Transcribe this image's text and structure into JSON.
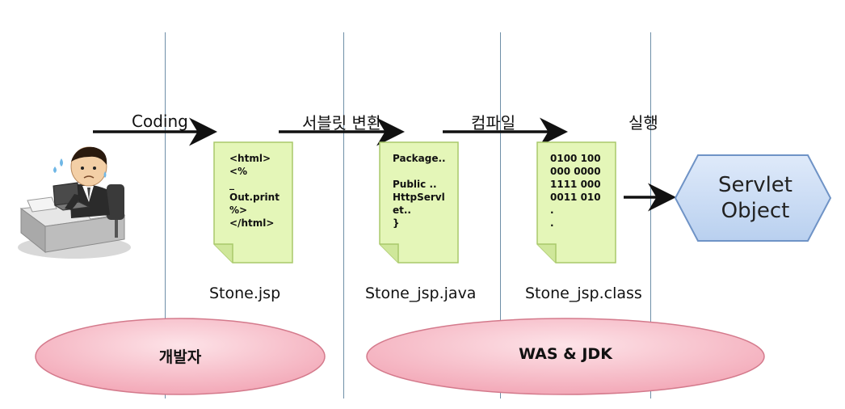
{
  "steps": {
    "coding": "Coding",
    "servlet_convert": "서블릿 변환",
    "compile": "컴파일",
    "execute": "실행"
  },
  "files": {
    "jsp": {
      "name": "Stone.jsp",
      "content": "<html>\n<%\n_\nOut.print\n%>\n</html>"
    },
    "java": {
      "name": "Stone_jsp.java",
      "content": "Package..\n\nPublic ..\nHttpServl\net..\n}"
    },
    "class": {
      "name": "Stone_jsp.class",
      "content": "0100 100\n000 0000\n1111 000\n0011 010\n.\n."
    }
  },
  "servlet_object": {
    "line1": "Servlet",
    "line2": "Object"
  },
  "groups": {
    "developer": "개발자",
    "was_jdk": "WAS & JDK"
  },
  "colors": {
    "note_fill": "#e4f6b8",
    "note_stroke": "#a9c96a",
    "ellipse_fill": "#f6b7c3",
    "ellipse_stroke": "#d47a8c",
    "hexagon_fill": "#c9dcf5",
    "hexagon_stroke": "#6f93c6",
    "divider": "#6f8fa8"
  }
}
